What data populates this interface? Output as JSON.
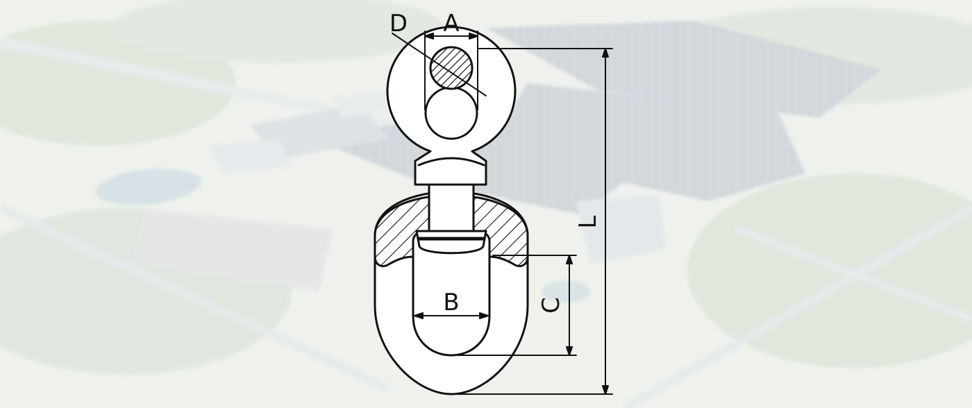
{
  "labels": {
    "d": "D",
    "a": "A",
    "b": "B",
    "c": "C",
    "l": "L"
  },
  "colors": {
    "background": "#eef1ec",
    "line": "#111111",
    "hatch_fill": "#ffffff"
  }
}
